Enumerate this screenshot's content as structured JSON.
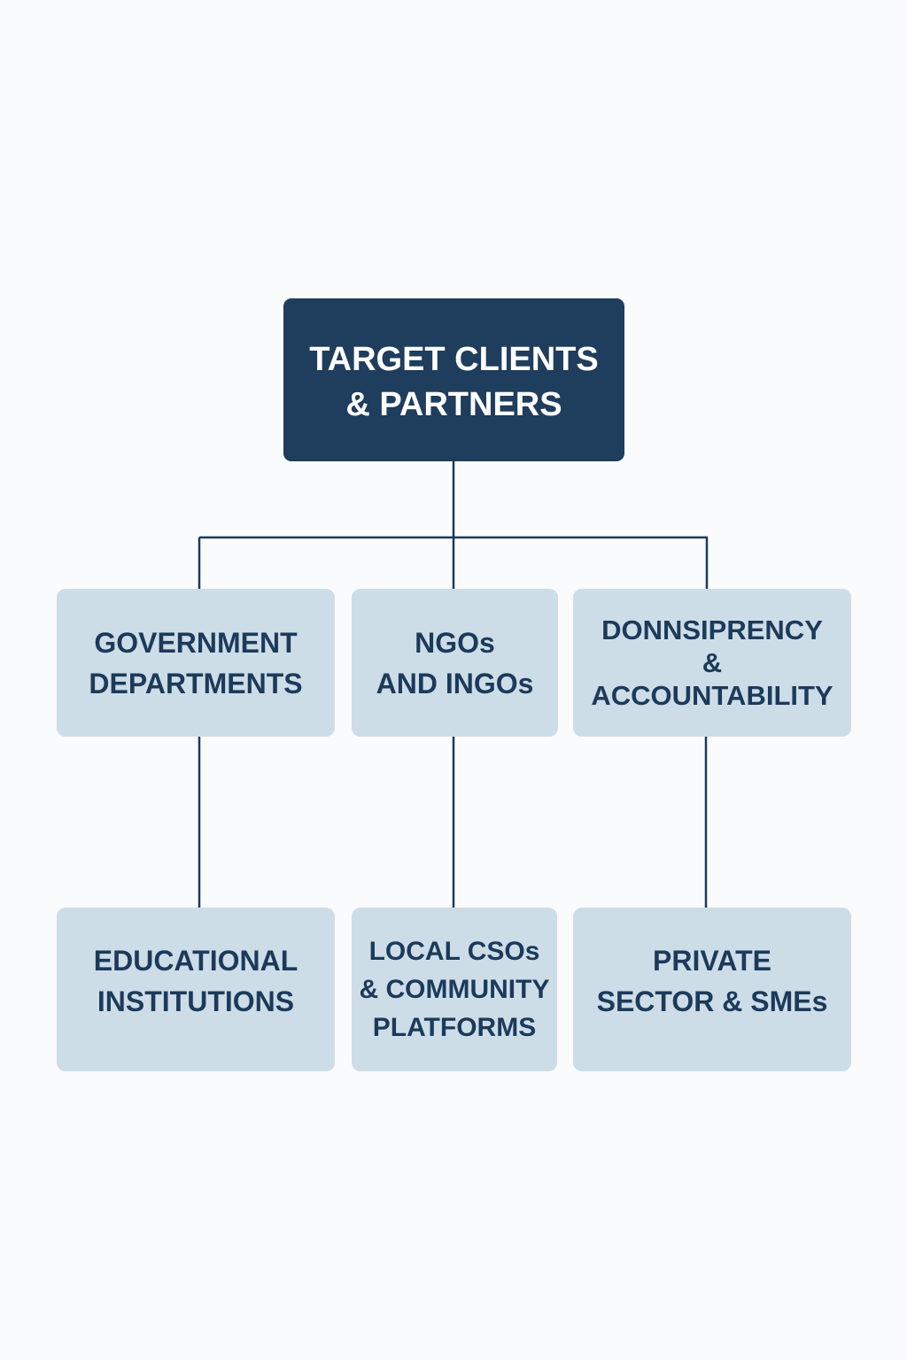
{
  "root": {
    "line1": "TARGET CLIENTS",
    "line2": "& PARTNERS"
  },
  "nodes": [
    {
      "lines": [
        "GOVERNMENT",
        "DEPARTMENTS"
      ]
    },
    {
      "lines": [
        "NGOs",
        "AND INGOs"
      ]
    },
    {
      "lines": [
        "DONNSIPRENCY",
        "&",
        "ACCOUNTABILITY"
      ]
    },
    {
      "lines": [
        "EDUCATIONAL",
        "INSTITUTIONS"
      ]
    },
    {
      "lines": [
        "LOCAL CSOs",
        "& COMMUNITY",
        "PLATFORMS"
      ]
    },
    {
      "lines": [
        "PRIVATE",
        "SECTOR & SMEs"
      ]
    }
  ],
  "colors": {
    "root": "#1f3d5c",
    "node": "#cddde8",
    "text": "#1c3a5a",
    "background": "#fafbfc"
  }
}
